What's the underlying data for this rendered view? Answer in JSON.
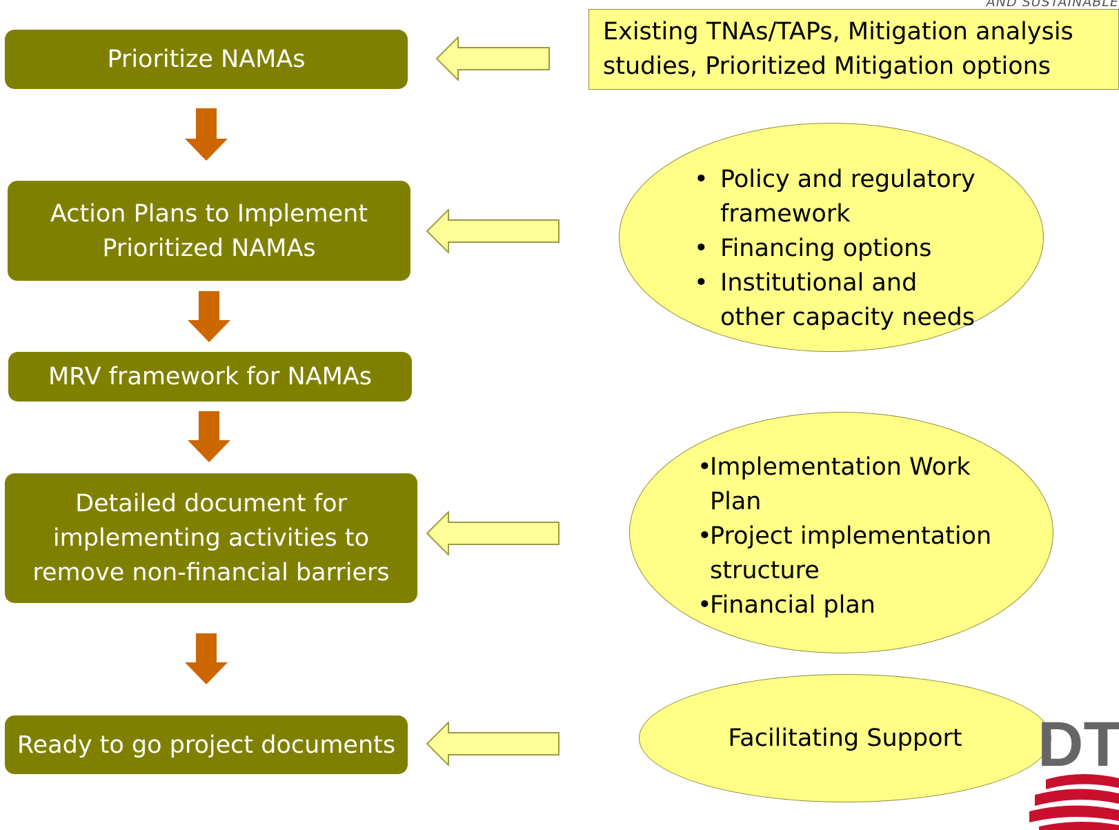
{
  "flow_boxes": [
    {
      "text": "Prioritize NAMAs"
    },
    {
      "text": "Action Plans to Implement\nPrioritized NAMAs"
    },
    {
      "text": "MRV framework for NAMAs"
    },
    {
      "text": "Detailed document for\nimplementing activities to\nremove non-financial barriers"
    },
    {
      "text": "Ready to go project documents"
    }
  ],
  "inputs": {
    "existing": "Existing TNAs/TAPs, Mitigation analysis\nstudies, Prioritized Mitigation options",
    "action_plan_items": [
      "Policy and regulatory\nframework",
      "Financing options",
      "Institutional and\nother capacity needs"
    ],
    "detailed_items": [
      "Implementation Work\nPlan",
      "Project implementation\nstructure",
      "Financial plan"
    ],
    "support": "Facilitating Support"
  },
  "branding": {
    "tagline": "AND SUSTAINABLE",
    "logo_text": "DTU"
  },
  "colors": {
    "box": "#808000",
    "arrow": "#cc6600",
    "note_fill": "#ffff88",
    "logo": "#c8102e"
  }
}
